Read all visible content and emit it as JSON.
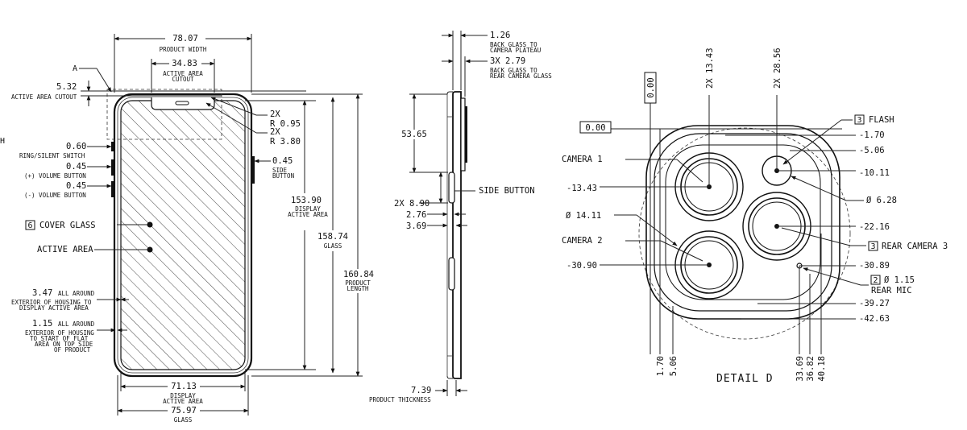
{
  "front_view": {
    "product_width": {
      "value": "78.07",
      "label": "PRODUCT WIDTH"
    },
    "active_area_cutout_width": {
      "value": "34.83",
      "label_1": "ACTIVE AREA",
      "label_2": "CUTOUT"
    },
    "cutout_height": {
      "value": "5.32",
      "label": "ACTIVE AREA CUTOUT"
    },
    "section_marker": "A",
    "corner_radius_1": {
      "count": "2X",
      "value": "R 0.95"
    },
    "corner_radius_2": {
      "count": "2X",
      "value": "R 3.80"
    },
    "ring_switch": {
      "value": "0.60",
      "label": "RING/SILENT SWITCH"
    },
    "volume_up": {
      "value": "0.45",
      "label": "(+) VOLUME BUTTON"
    },
    "volume_down": {
      "value": "0.45",
      "label": "(-) VOLUME BUTTON"
    },
    "side_button": {
      "value": "0.45",
      "label_1": "SIDE",
      "label_2": "BUTTON"
    },
    "cover_glass": {
      "num": "6",
      "label": "COVER GLASS"
    },
    "active_area": {
      "label": "ACTIVE AREA"
    },
    "border_display": {
      "value": "3.47",
      "suffix": "ALL AROUND",
      "label_1": "EXTERIOR OF HOUSING TO",
      "label_2": "DISPLAY ACTIVE AREA"
    },
    "border_flat": {
      "value": "1.15",
      "suffix": "ALL AROUND",
      "label_1": "EXTERIOR OF HOUSING",
      "label_2": "TO START OF FLAT",
      "label_3": "AREA ON TOP SIDE",
      "label_4": "OF PRODUCT"
    },
    "display_height": {
      "value": "153.90",
      "label_1": "DISPLAY",
      "label_2": "ACTIVE AREA"
    },
    "glass_height": {
      "value": "158.74",
      "label": "GLASS"
    },
    "product_length": {
      "value": "160.84",
      "label_1": "PRODUCT",
      "label_2": "LENGTH"
    },
    "display_width": {
      "value": "71.13",
      "label_1": "DISPLAY",
      "label_2": "ACTIVE AREA"
    },
    "glass_width": {
      "value": "75.97",
      "label": "GLASS"
    },
    "edge_letter": "H"
  },
  "side_view": {
    "back_glass_plateau": {
      "value": "1.26",
      "label_1": "BACK GLASS TO",
      "label_2": "CAMERA PLATEAU"
    },
    "back_glass_camera": {
      "value": "3X 2.79",
      "label_1": "BACK GLASS TO",
      "label_2": "REAR CAMERA GLASS"
    },
    "side_button_offset": {
      "value": "53.65"
    },
    "side_button_length": {
      "value": "2X 8.90"
    },
    "side_button_label": "SIDE BUTTON",
    "depth_1": {
      "value": "2.76"
    },
    "depth_2": {
      "value": "3.69"
    },
    "thickness": {
      "value": "7.39",
      "label": "PRODUCT THICKNESS"
    }
  },
  "detail_d": {
    "title": "DETAIL D",
    "datum_x": "0.00",
    "datum_y": "0.00",
    "top_2x_1": "2X 13.43",
    "top_2x_2": "2X 28.56",
    "flash": {
      "num": "3",
      "label": "FLASH"
    },
    "camera_1": "CAMERA 1",
    "camera_2": "CAMERA 2",
    "dia_14": "Ø 14.11",
    "dia_6": "Ø 6.28",
    "rear_camera_3": {
      "num": "3",
      "label": "REAR CAMERA 3"
    },
    "rear_mic": {
      "num": "2",
      "dia": "Ø 1.15",
      "label": "REAR MIC"
    },
    "left_y_1": "-13.43",
    "left_y_2": "-30.90",
    "right_y": [
      "-1.70",
      "-5.06",
      "-10.11",
      "-22.16",
      "-30.89",
      "-39.27",
      "-42.63"
    ],
    "bottom_x": [
      "1.70",
      "5.06",
      "33.69",
      "36.82",
      "40.18"
    ]
  }
}
